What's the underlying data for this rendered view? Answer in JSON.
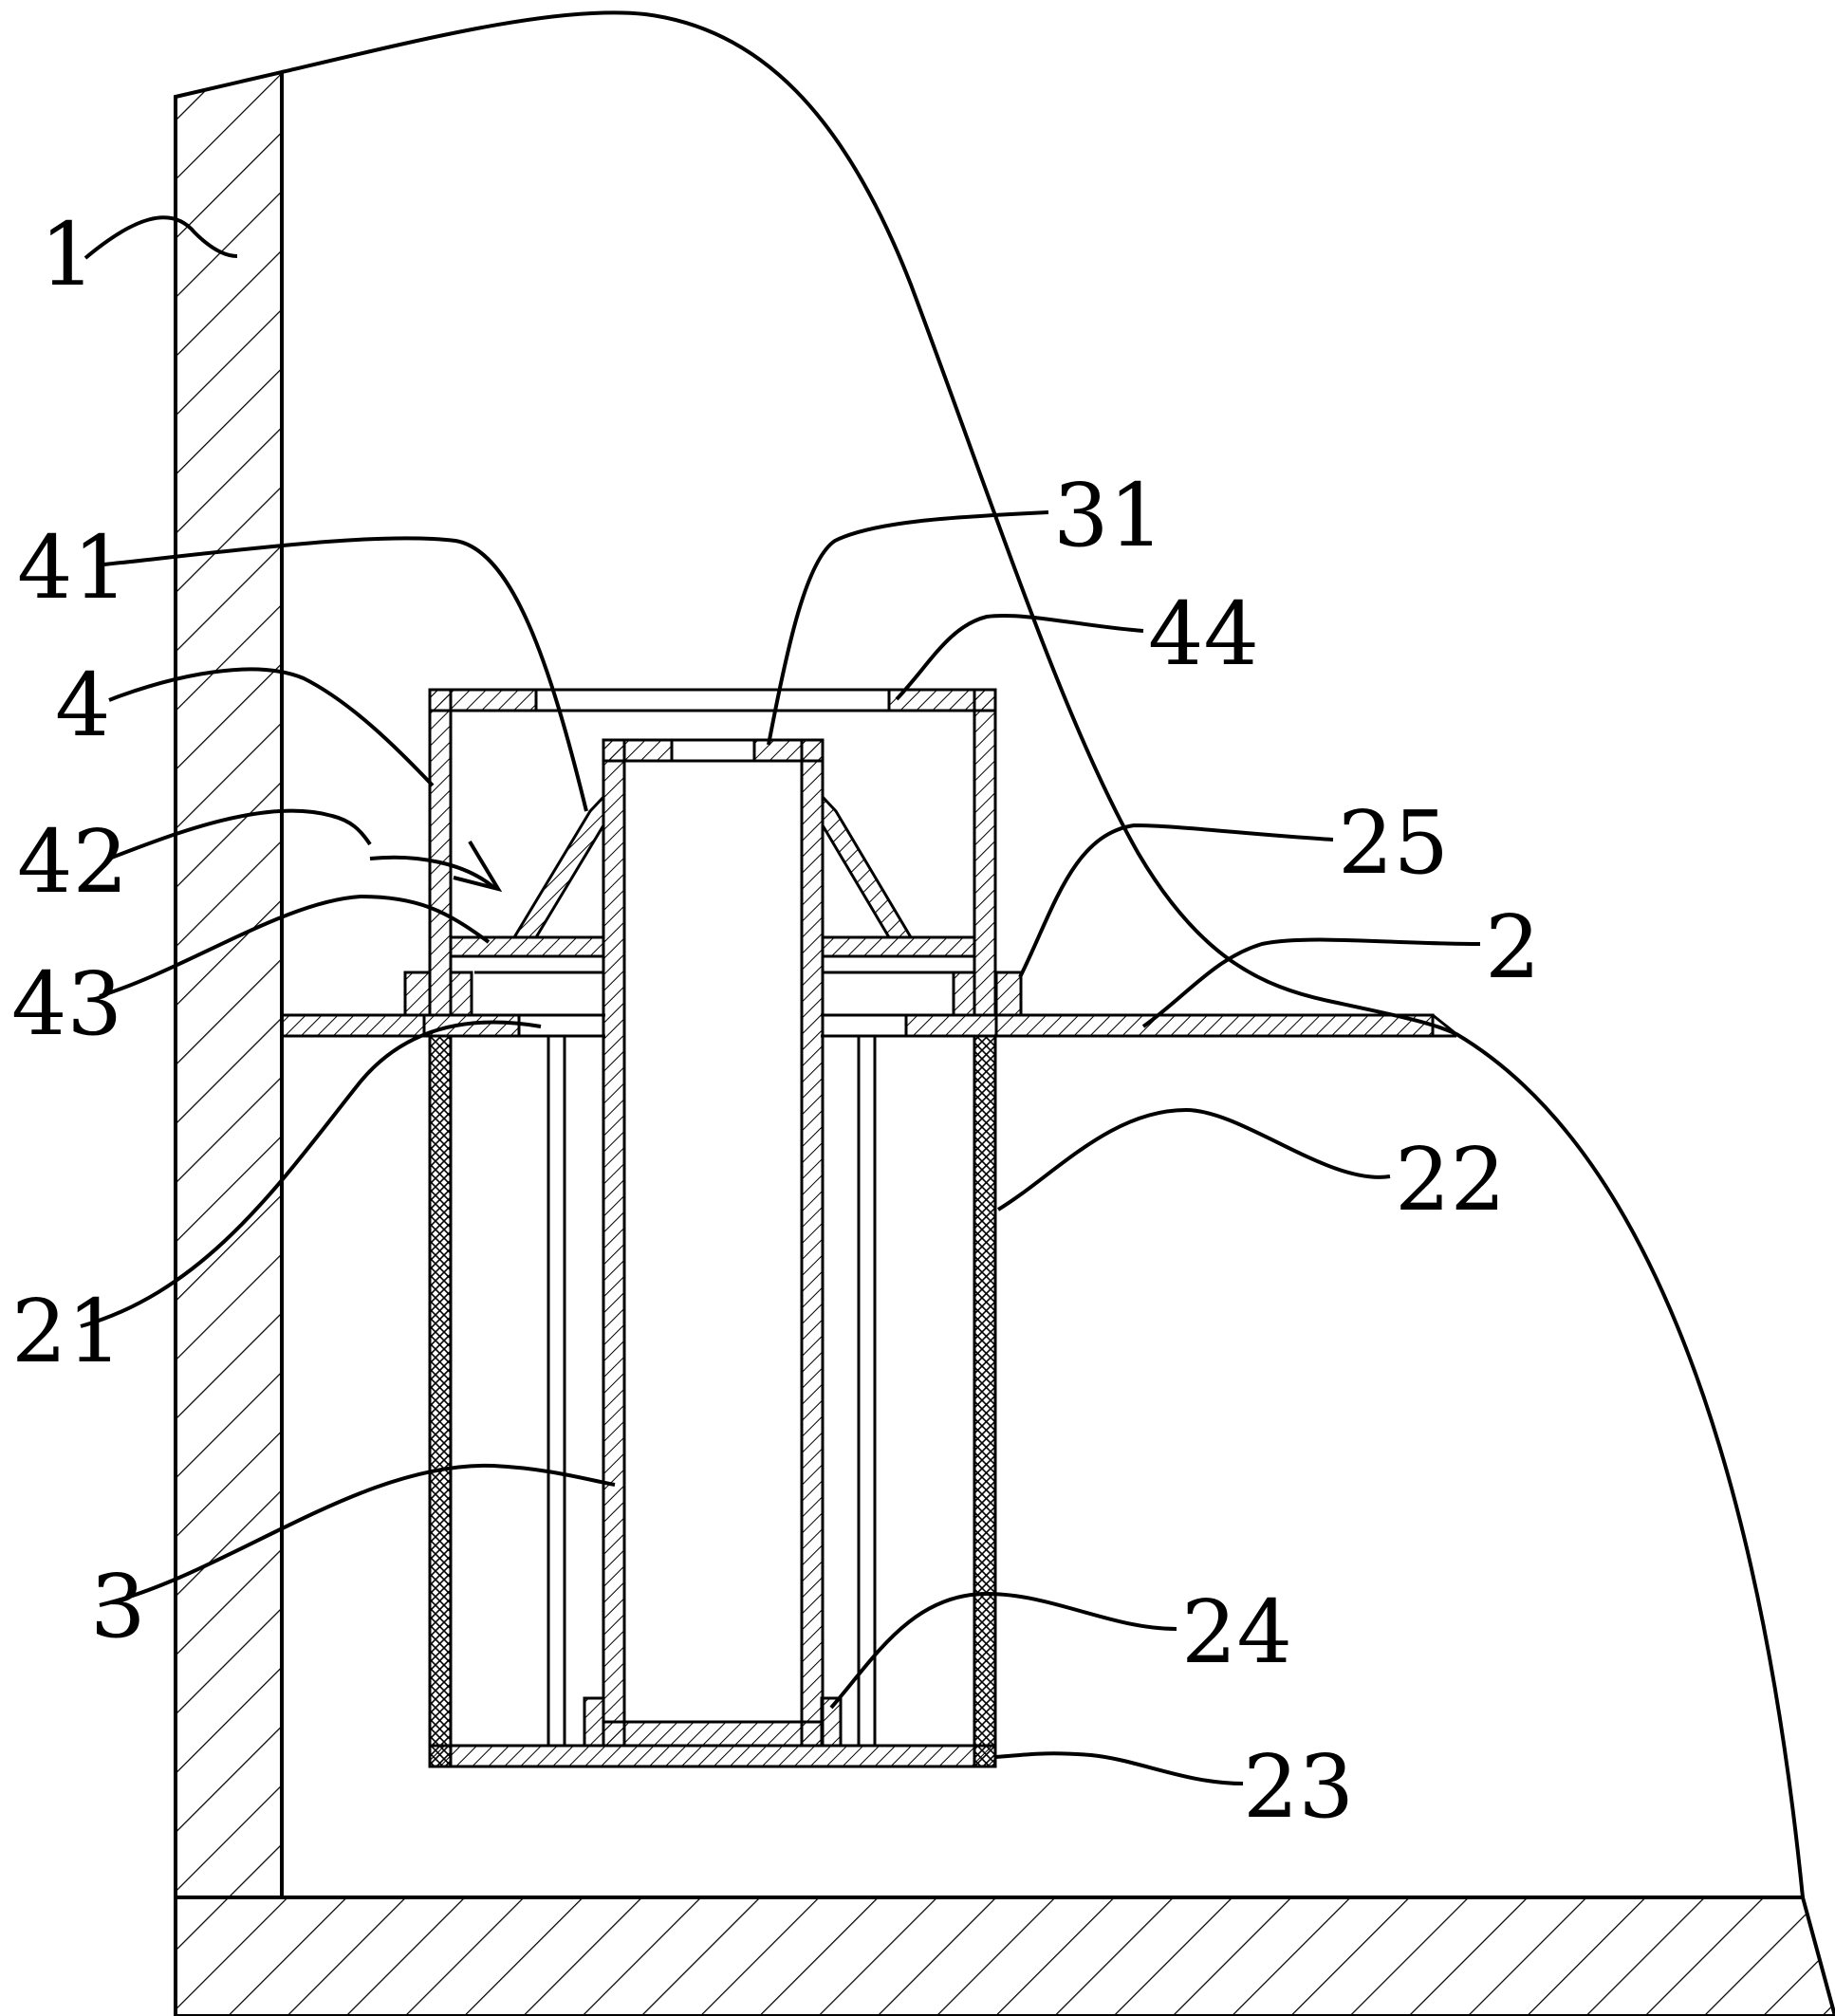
{
  "figure": {
    "labels": {
      "housing": "1",
      "partition_plate": "2",
      "plate_hole": "21",
      "sleeve": "22",
      "sleeve_bottom": "23",
      "positioning_ring": "24",
      "collar": "25",
      "inner_tube": "3",
      "tube_top_cap": "31",
      "cap": "4",
      "cone_guide": "41",
      "flow_arrow": "42",
      "inner_plate": "43",
      "top_opening": "44"
    },
    "colors": {
      "line": "#000000",
      "background": "#ffffff"
    }
  }
}
